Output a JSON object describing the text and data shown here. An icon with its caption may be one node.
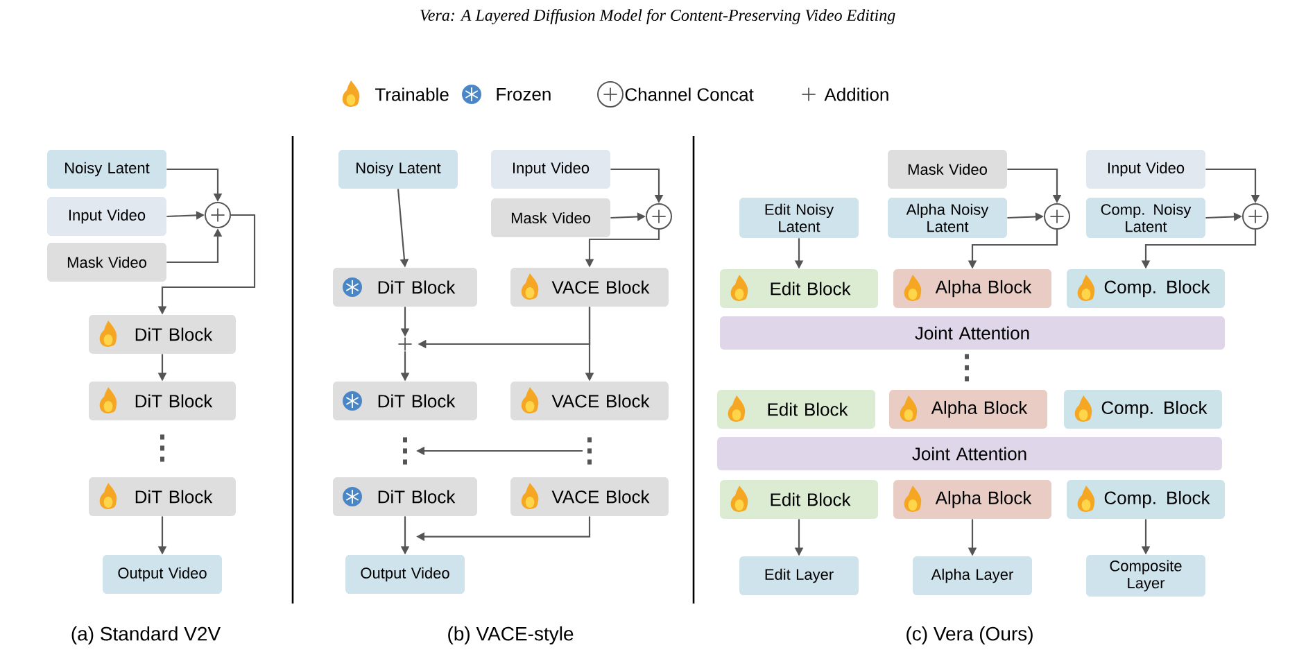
{
  "diagram": {
    "title": "Vera: A Layered Diffusion Model for Content-Preserving Video Editing",
    "nodes": [
      {
        "text": [
          "Noisy Latent"
        ]
      },
      {
        "text": [
          "Input Video"
        ]
      },
      {
        "text": [
          "Mask Video"
        ]
      },
      {
        "text": [],
        "shape": "circle"
      },
      {
        "text": [
          "DiT Block"
        ]
      },
      {
        "text": [
          "DiT Block"
        ]
      },
      {
        "text": [
          "DiT Block"
        ]
      },
      {
        "text": [
          "Output Video"
        ]
      },
      {
        "text": [
          "Noisy Latent"
        ]
      },
      {
        "text": [
          "Input Video"
        ]
      },
      {
        "text": [
          "Mask Video"
        ]
      },
      {
        "text": [],
        "shape": "circle"
      },
      {
        "text": [
          "DiT Block"
        ]
      },
      {
        "text": [
          "VACE Block"
        ]
      },
      {
        "text": [],
        "shape": "plus"
      },
      {
        "text": [
          "DiT Block"
        ]
      },
      {
        "text": [
          "VACE Block"
        ]
      },
      {
        "text": [],
        "shape": "dots"
      },
      {
        "text": [],
        "shape": "dots"
      },
      {
        "text": [
          "DiT Block"
        ]
      },
      {
        "text": [
          "VACE Block"
        ]
      },
      {
        "text": [
          "Output Video"
        ]
      },
      {
        "text": [
          "Mask Video"
        ]
      },
      {
        "text": [
          "Input Video"
        ]
      },
      {
        "text": [
          "Edit Noisy Latent"
        ]
      },
      {
        "text": [
          "Alpha Noisy Latent"
        ]
      },
      {
        "text": [],
        "shape": "circle"
      },
      {
        "text": [
          "Comp. Noisy Latent"
        ]
      },
      {
        "text": [],
        "shape": "circle"
      },
      {
        "text": [
          "Edit Block"
        ]
      },
      {
        "text": [
          "Alpha Block"
        ]
      },
      {
        "text": [
          "Comp. Block"
        ]
      },
      {
        "text": [
          "Joint Attention"
        ]
      },
      {
        "text": [
          "Edit Block"
        ]
      },
      {
        "text": [
          "Alpha Block"
        ]
      },
      {
        "text": [
          "Comp. Block"
        ]
      },
      {
        "text": [
          "Joint Attention"
        ]
      },
      {
        "text": [
          "Edit Block"
        ]
      },
      {
        "text": [
          "Alpha Block"
        ]
      },
      {
        "text": [
          "Comp. Block"
        ]
      },
      {
        "text": [
          "Edit Layer"
        ]
      },
      {
        "text": [
          "Alpha Layer"
        ]
      },
      {
        "text": [
          "Composite Layer"
        ]
      }
    ],
    "edges": [
      {
        "from": 0,
        "to": 3,
        "arrow": "to"
      },
      {
        "from": 1,
        "to": 3,
        "arrow": "to"
      },
      {
        "from": 2,
        "to": 3,
        "arrow": "to"
      },
      {
        "from": 3,
        "to": 4,
        "arrow": "to"
      },
      {
        "from": 4,
        "to": 5,
        "arrow": "to"
      },
      {
        "from": 6,
        "to": 7,
        "arrow": "to"
      },
      {
        "from": 8,
        "to": 12,
        "arrow": "to"
      },
      {
        "from": 9,
        "to": 11,
        "arrow": "to"
      },
      {
        "from": 10,
        "to": 11,
        "arrow": "to"
      },
      {
        "from": 11,
        "to": 13,
        "arrow": "to"
      },
      {
        "from": 12,
        "to": 14,
        "arrow": "to"
      },
      {
        "from": 14,
        "to": 15,
        "arrow": "to"
      },
      {
        "from": 13,
        "to": 14,
        "arrow": "to"
      },
      {
        "from": 13,
        "to": 16,
        "arrow": "to"
      },
      {
        "from": 18,
        "to": 17,
        "arrow": "to"
      },
      {
        "from": 19,
        "to": 21,
        "arrow": "to"
      },
      {
        "from": 20,
        "to": 21,
        "arrow": "to"
      },
      {
        "from": 22,
        "to": 26,
        "arrow": "to"
      },
      {
        "from": 25,
        "to": 26,
        "arrow": "to"
      },
      {
        "from": 26,
        "to": 30,
        "arrow": "to"
      },
      {
        "from": 23,
        "to": 28,
        "arrow": "to"
      },
      {
        "from": 27,
        "to": 28,
        "arrow": "to"
      },
      {
        "from": 28,
        "to": 31,
        "arrow": "to"
      },
      {
        "from": 24,
        "to": 29,
        "arrow": "to"
      },
      {
        "from": 37,
        "to": 40,
        "arrow": "to"
      },
      {
        "from": 38,
        "to": 41,
        "arrow": "to"
      },
      {
        "from": 39,
        "to": 42,
        "arrow": "to"
      }
    ],
    "labels": [
      "(a) Standard V2V",
      "(b) VACE-style",
      "(c) Vera (Ours)"
    ],
    "legend": [
      {
        "text": "Trainable"
      },
      {
        "text": "Frozen"
      },
      {
        "text": "Channel Concat"
      },
      {
        "text": "Addition"
      }
    ]
  }
}
